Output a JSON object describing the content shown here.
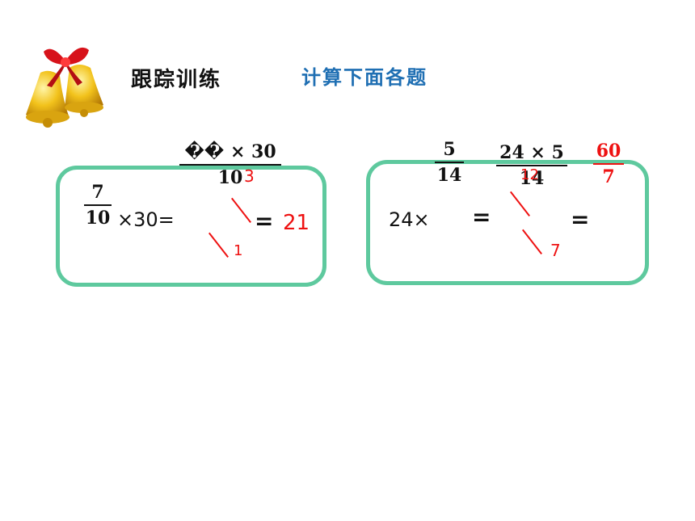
{
  "header": {
    "title": "跟踪训练",
    "instruction": "计算下面各题"
  },
  "problem1": {
    "frac_num": "7",
    "frac_den": "10",
    "times_30": "×30=",
    "step_num": "�� × 30",
    "step_den": "10",
    "reduced_den": "3",
    "reduced_num": "1",
    "equals": "=",
    "result": "21"
  },
  "problem2": {
    "lead": "24×",
    "frac_num": "5",
    "frac_den": "14",
    "equals1": "=",
    "step_num": "24 × 5",
    "step_den": "14",
    "reduced_top": "12",
    "reduced_bottom": "7",
    "equals2": "=",
    "result_num": "60",
    "result_den": "7"
  },
  "colors": {
    "box_border": "#5ec99e",
    "heading_blue": "#1f6fb3",
    "annotation_red": "#e11111"
  },
  "icons": {
    "decoration": "bells-icon"
  }
}
